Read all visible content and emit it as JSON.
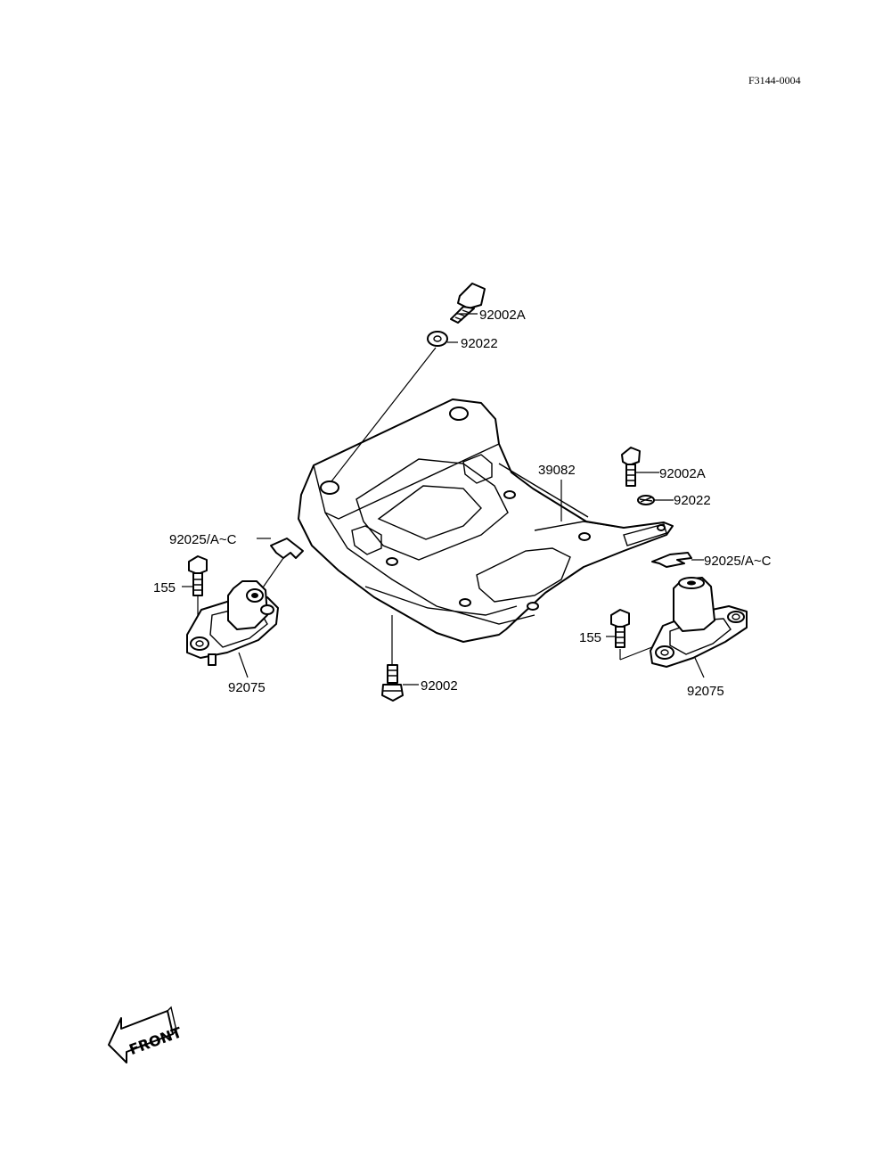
{
  "drawing_code": "F3144-0004",
  "front_label": "FRONT",
  "callouts": {
    "top_bolt": "92002A",
    "top_washer": "92022",
    "crossmember": "39082",
    "right_bolt": "92002A",
    "right_washer": "92022",
    "left_shim": "92025/A~C",
    "right_shim": "92025/A~C",
    "left_screw": "155",
    "right_screw": "155",
    "bottom_bolt": "92002",
    "left_mount": "92075",
    "right_mount": "92075"
  }
}
